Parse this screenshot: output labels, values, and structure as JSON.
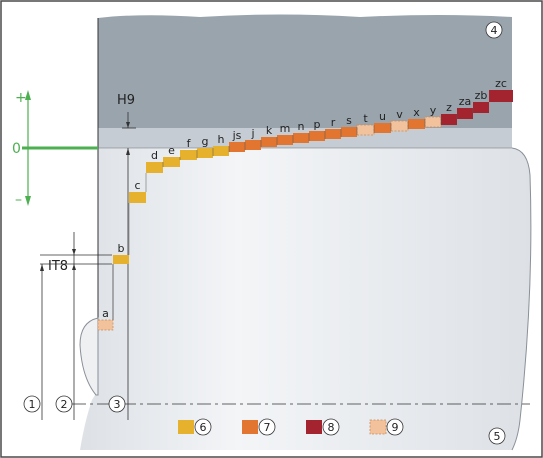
{
  "colors": {
    "frame": "#4a4a4a",
    "hole_fill": "#9aa4ad",
    "hole_light": "#c6ccd4",
    "shaft_fill": "#dde1e6",
    "shaft_grad_light": "#f3f5f7",
    "zero_line": "#4caf50",
    "dark_line": "#333333",
    "cat_6": "#e6b22e",
    "cat_7": "#e2752f",
    "cat_8": "#a3242e",
    "cat_9": "#f2c29c"
  },
  "labels": {
    "h9": "H9",
    "it8": "IT8",
    "zero": "0",
    "plus": "+",
    "minus": "–"
  },
  "callouts": {
    "c1": "1",
    "c2": "2",
    "c3": "3",
    "c4": "4",
    "c5": "5"
  },
  "legend": [
    {
      "num": "6",
      "color": "#e6b22e",
      "dashed": false
    },
    {
      "num": "7",
      "color": "#e2752f",
      "dashed": false
    },
    {
      "num": "8",
      "color": "#a3242e",
      "dashed": false
    },
    {
      "num": "9",
      "color": "#f2c29c",
      "dashed": true
    }
  ],
  "zones": [
    {
      "letter": "a",
      "cat": 9
    },
    {
      "letter": "b",
      "cat": 6
    },
    {
      "letter": "c",
      "cat": 6
    },
    {
      "letter": "d",
      "cat": 6
    },
    {
      "letter": "e",
      "cat": 6
    },
    {
      "letter": "f",
      "cat": 6
    },
    {
      "letter": "g",
      "cat": 6
    },
    {
      "letter": "h",
      "cat": 6
    },
    {
      "letter": "js",
      "cat": 7
    },
    {
      "letter": "j",
      "cat": 7
    },
    {
      "letter": "k",
      "cat": 7
    },
    {
      "letter": "m",
      "cat": 7
    },
    {
      "letter": "n",
      "cat": 7
    },
    {
      "letter": "p",
      "cat": 7
    },
    {
      "letter": "r",
      "cat": 7
    },
    {
      "letter": "s",
      "cat": 7
    },
    {
      "letter": "t",
      "cat": 9
    },
    {
      "letter": "u",
      "cat": 7
    },
    {
      "letter": "v",
      "cat": 9
    },
    {
      "letter": "x",
      "cat": 7
    },
    {
      "letter": "y",
      "cat": 9
    },
    {
      "letter": "z",
      "cat": 8
    },
    {
      "letter": "za",
      "cat": 8
    },
    {
      "letter": "zb",
      "cat": 8
    },
    {
      "letter": "zc",
      "cat": 8
    }
  ]
}
